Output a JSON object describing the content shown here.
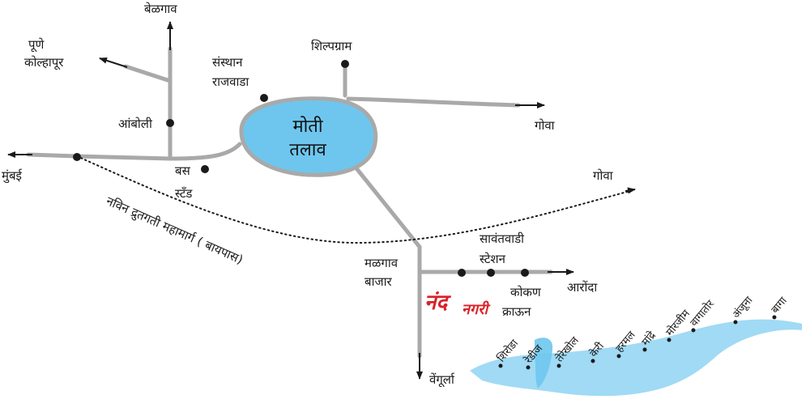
{
  "colors": {
    "road": "#a9a9a9",
    "arrow": "#1a1a1a",
    "lake_fill": "#6ec6ee",
    "lake_stroke": "#a9a9a9",
    "sea": "#8fd4f3",
    "brand": "#d8232a",
    "marker": "#1a1a1a"
  },
  "places": {
    "belgaon": "बेळगाव",
    "pune": "पूणे",
    "kolhapur": "कोल्हापूर",
    "sansthan": "संस्थान",
    "rajwada": "राजवाडा",
    "shilpgram": "शिल्पग्राम",
    "goa_top": "गोवा",
    "amboli": "आंबोली",
    "mumbai": "मुंबई",
    "bus": "बस",
    "stand": "स्टँड",
    "goa_bypass": "गोवा",
    "bypass_road": "नविन द्रुतगती महामार्ग ( बायपास)",
    "sawantwadi": "सावंतवाडी",
    "station": "स्टेशन",
    "malgaon": "मळगाव",
    "bazar": "बाजार",
    "konkan": "कोकण",
    "crown": "क्राऊन",
    "aronda": "आरोंदा",
    "vengurla": "वेंगूर्ला"
  },
  "lake": {
    "line1": "मोती",
    "line2": "तलाव"
  },
  "brand": {
    "part1": "नंद",
    "part2": "नगरी"
  },
  "beaches": [
    "शिरोडा",
    "रेडीज",
    "तेरेखोल",
    "केरी",
    "हरमल",
    "मांद्रे",
    "मोरजीम",
    "वागातोर",
    "अंजूना",
    "बागा"
  ]
}
